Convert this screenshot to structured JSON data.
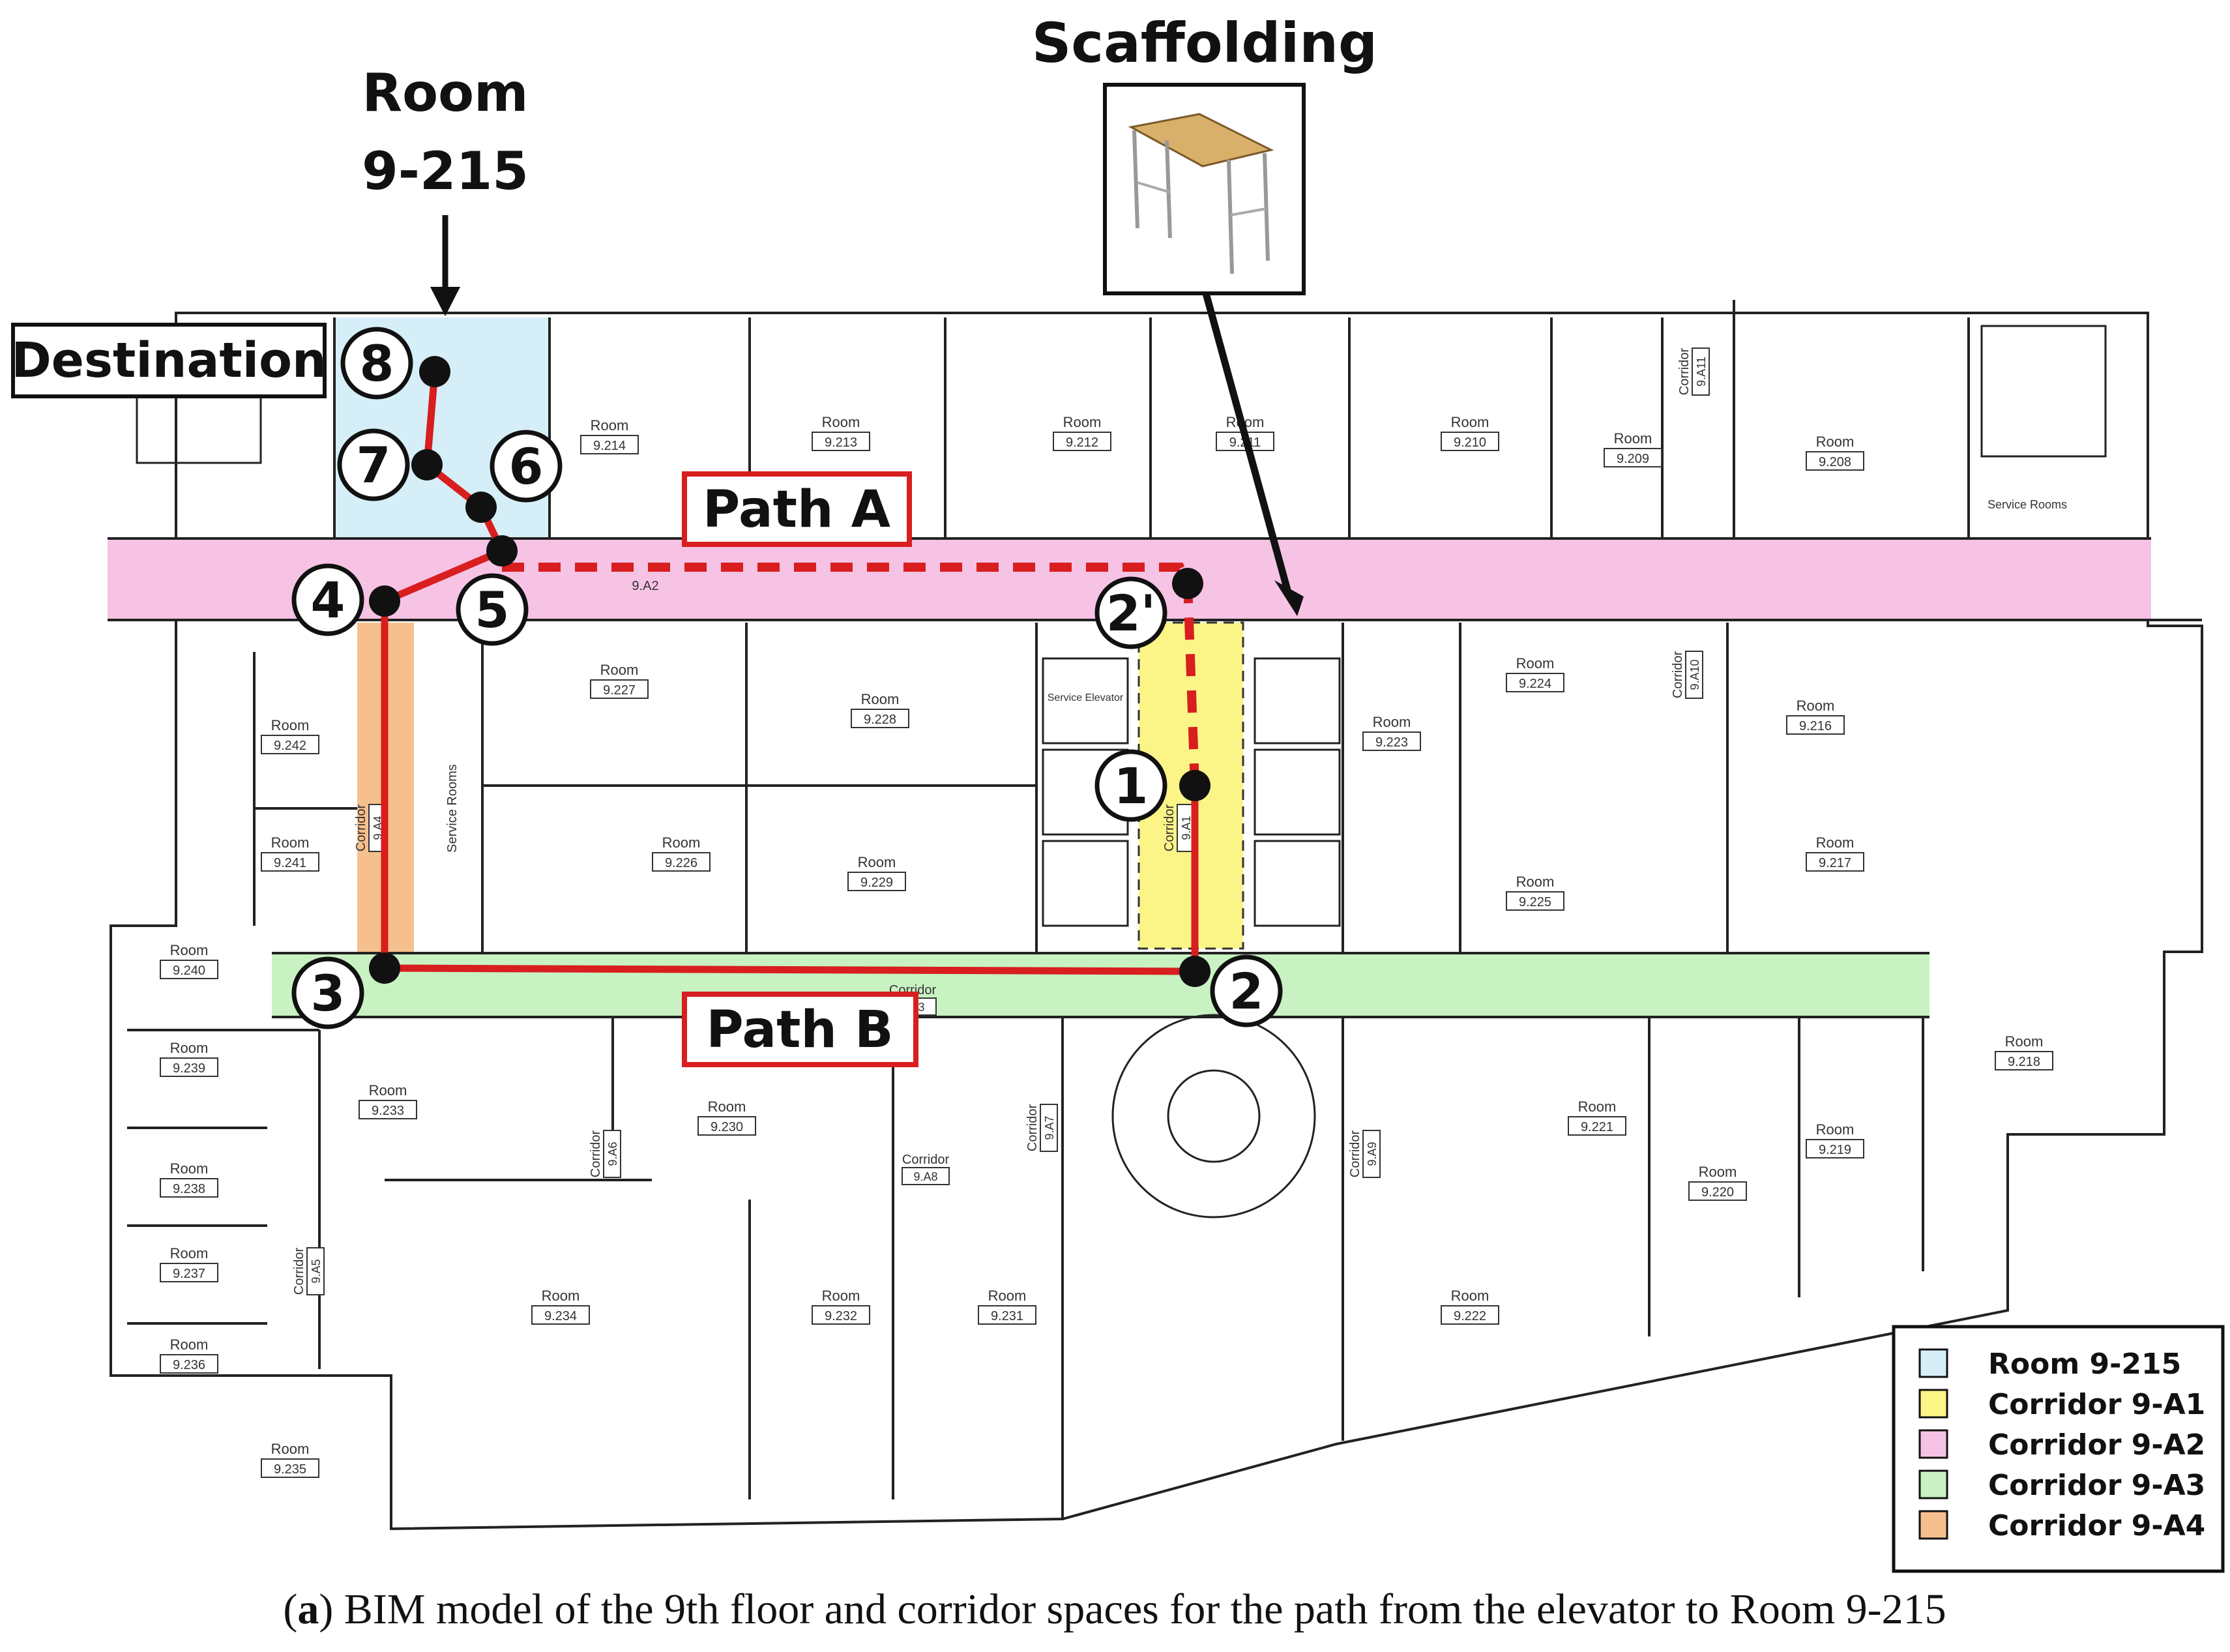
{
  "labels": {
    "scaffolding": "Scaffolding",
    "room_line1": "Room",
    "room_line2": "9-215",
    "destination": "Destination",
    "path_a": "Path A",
    "path_b": "Path B"
  },
  "nodes": [
    "8",
    "7",
    "6",
    "5",
    "4",
    "2'",
    "1",
    "2",
    "3"
  ],
  "legend": [
    {
      "label": "Room 9-215",
      "color": "#d6eef7"
    },
    {
      "label": "Corridor 9-A1",
      "color": "#fbf487"
    },
    {
      "label": "Corridor 9-A2",
      "color": "#f7c3e4"
    },
    {
      "label": "Corridor 9-A3",
      "color": "#c8f2c2"
    },
    {
      "label": "Corridor 9-A4",
      "color": "#f6c08e"
    }
  ],
  "caption": {
    "prefix": "(",
    "letter": "a",
    "suffix": ") BIM model of the 9th floor and corridor spaces for the path from the elevator to Room 9-215"
  },
  "rooms": [
    {
      "name": "Room",
      "id": "9.214"
    },
    {
      "name": "Room",
      "id": "9.213"
    },
    {
      "name": "Room",
      "id": "9.212"
    },
    {
      "name": "Room",
      "id": "9.211"
    },
    {
      "name": "Room",
      "id": "9.210"
    },
    {
      "name": "Room",
      "id": "9.209"
    },
    {
      "name": "Room",
      "id": "9.208"
    },
    {
      "name": "Room",
      "id": "9.227"
    },
    {
      "name": "Room",
      "id": "9.228"
    },
    {
      "name": "Room",
      "id": "9.226"
    },
    {
      "name": "Room",
      "id": "9.229"
    },
    {
      "name": "Room",
      "id": "9.224"
    },
    {
      "name": "Room",
      "id": "9.223"
    },
    {
      "name": "Room",
      "id": "9.225"
    },
    {
      "name": "Room",
      "id": "9.216"
    },
    {
      "name": "Room",
      "id": "9.217"
    },
    {
      "name": "Room",
      "id": "9.242"
    },
    {
      "name": "Room",
      "id": "9.241"
    },
    {
      "name": "Room",
      "id": "9.240"
    },
    {
      "name": "Room",
      "id": "9.239"
    },
    {
      "name": "Room",
      "id": "9.233"
    },
    {
      "name": "Room",
      "id": "9.238"
    },
    {
      "name": "Room",
      "id": "9.237"
    },
    {
      "name": "Room",
      "id": "9.236"
    },
    {
      "name": "Room",
      "id": "9.235"
    },
    {
      "name": "Room",
      "id": "9.234"
    },
    {
      "name": "Room",
      "id": "9.232"
    },
    {
      "name": "Room",
      "id": "9.231"
    },
    {
      "name": "Room",
      "id": "9.230"
    },
    {
      "name": "Room",
      "id": "9.221"
    },
    {
      "name": "Room",
      "id": "9.220"
    },
    {
      "name": "Room",
      "id": "9.219"
    },
    {
      "name": "Room",
      "id": "9.218"
    },
    {
      "name": "Room",
      "id": "9.222"
    }
  ],
  "corridors": [
    {
      "name": "Corridor",
      "id": "9.A1"
    },
    {
      "name": "Corridor",
      "id": "9.A3"
    },
    {
      "name": "Corridor",
      "id": "9.A4"
    },
    {
      "name": "Corridor",
      "id": "9.A5"
    },
    {
      "name": "Corridor",
      "id": "9.A6"
    },
    {
      "name": "Corridor",
      "id": "9.A7"
    },
    {
      "name": "Corridor",
      "id": "9.A8"
    },
    {
      "name": "Corridor",
      "id": "9.A9"
    },
    {
      "name": "Corridor",
      "id": "9.A10"
    },
    {
      "name": "Corridor",
      "id": "9.A11"
    }
  ],
  "misc": {
    "service_rooms": "Service Rooms",
    "service_elevator": "Service Elevator",
    "corridor_a2_tag": "9.A2"
  }
}
